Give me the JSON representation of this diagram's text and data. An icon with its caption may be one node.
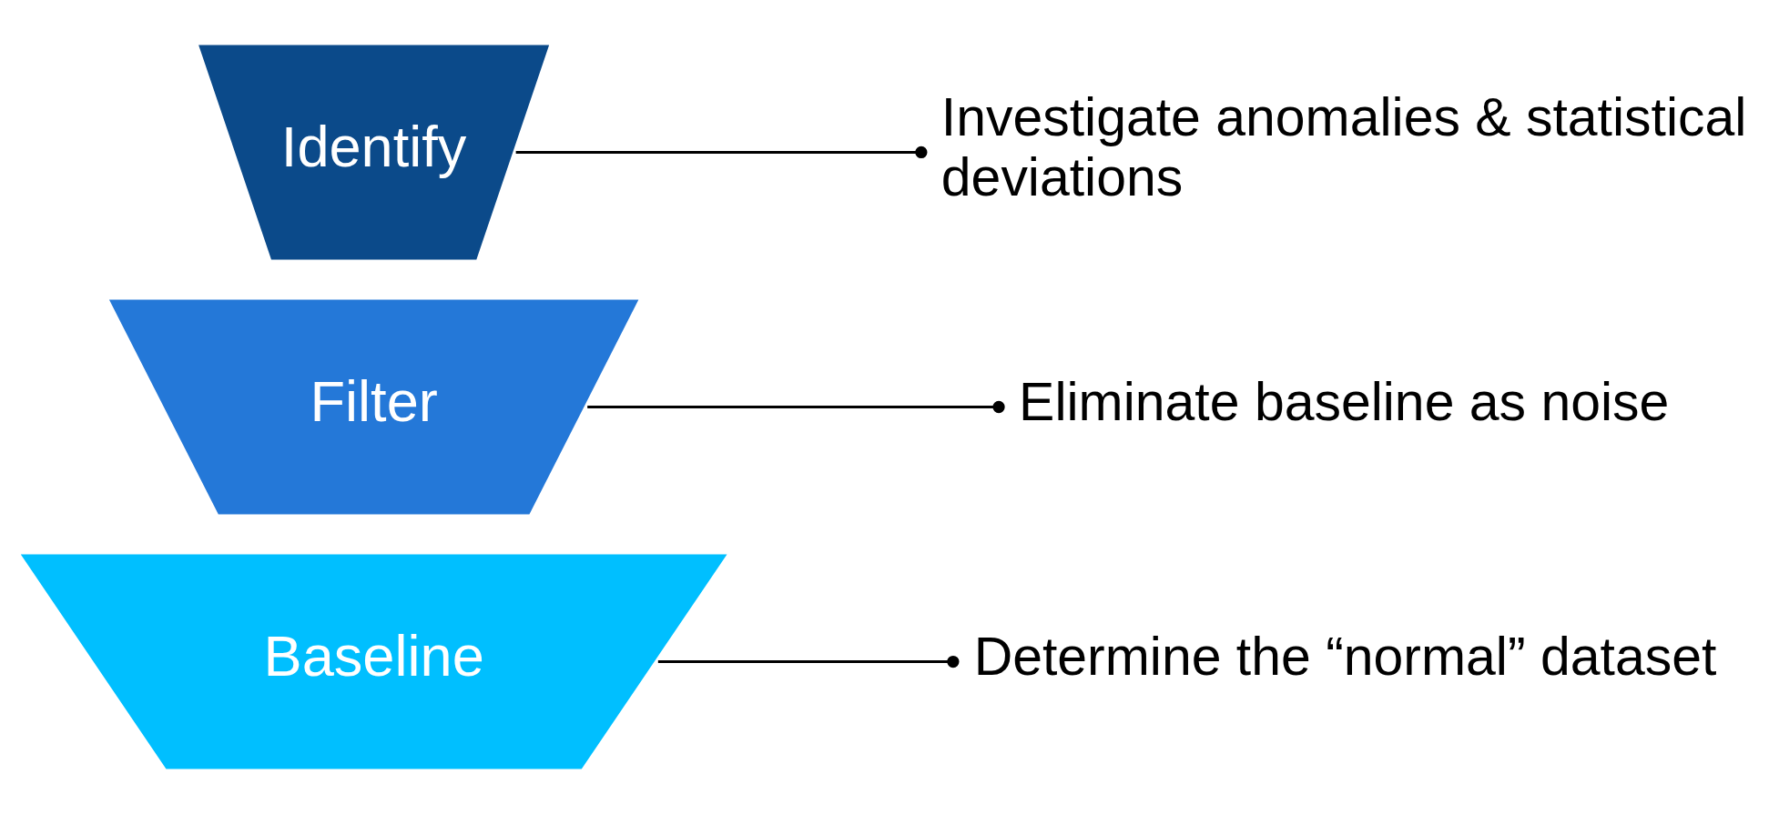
{
  "diagram": {
    "nodes": [
      {
        "text": [
          "Baseline"
        ]
      },
      {
        "text": [
          "Filter"
        ]
      },
      {
        "text": [
          "Identify"
        ]
      },
      {
        "text": [
          "Determine the “normal” dataset"
        ]
      },
      {
        "text": [
          "Eliminate baseline as noise"
        ]
      },
      {
        "text": [
          "Investigate anomalies & statistical deviations"
        ]
      }
    ],
    "edges": [
      {
        "from": 0,
        "to": 3,
        "arrow": "other"
      },
      {
        "from": 1,
        "to": 4,
        "arrow": "other"
      },
      {
        "from": 2,
        "to": 5,
        "arrow": "other"
      }
    ]
  }
}
